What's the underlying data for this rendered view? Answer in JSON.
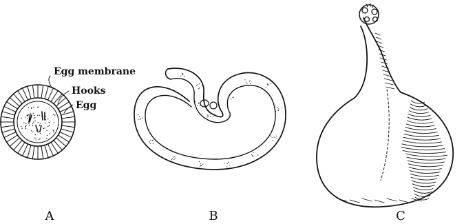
{
  "panels": [
    {
      "letter": "A"
    },
    {
      "letter": "B"
    },
    {
      "letter": "C"
    }
  ],
  "labels": {
    "egg_membrane": "Egg membrane",
    "hooks": "Hooks",
    "egg": "Egg"
  },
  "colors": {
    "ink": "#111111",
    "paper": "#ffffff"
  }
}
